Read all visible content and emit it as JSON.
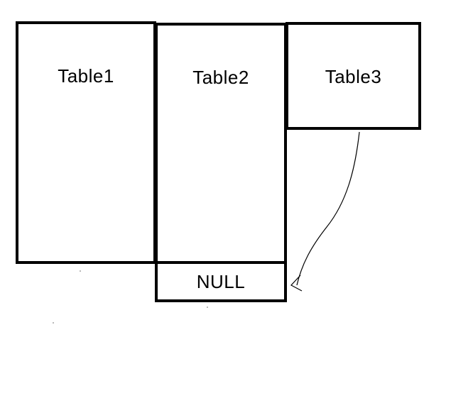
{
  "diagram": {
    "boxes": [
      {
        "id": "table1",
        "label": "Table1"
      },
      {
        "id": "table2",
        "label": "Table2"
      },
      {
        "id": "table3",
        "label": "Table3"
      },
      {
        "id": "null",
        "label": "NULL"
      }
    ],
    "connections": [
      {
        "from": "table3",
        "to": "null",
        "style": "hand-drawn arrow"
      }
    ],
    "colors": {
      "stroke": "#000000",
      "background": "#ffffff"
    }
  }
}
